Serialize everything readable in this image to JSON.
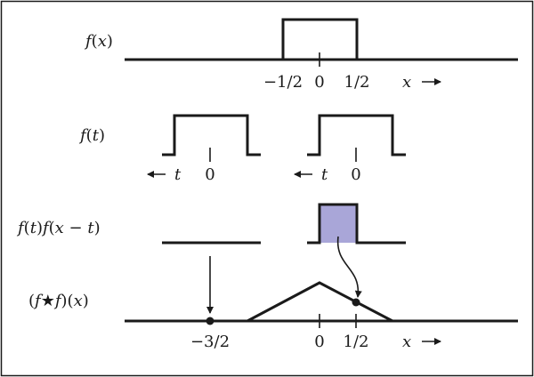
{
  "labels": {
    "row1": "f(x)",
    "row2": "f(t)",
    "row3": "f(t)f(x − t)",
    "row4": "(f★f)(x)"
  },
  "ticks": {
    "neg_half": "−1/2",
    "zero": "0",
    "half": "1/2",
    "neg_three_halves": "−3/2"
  },
  "axis_vars": {
    "x": "x",
    "t": "t"
  },
  "arrows": {
    "right": "→",
    "left": "←"
  },
  "colors": {
    "stroke": "#1a1a1a",
    "overlap_fill": "#a9a6d8",
    "frame": "#1a1a1a"
  }
}
